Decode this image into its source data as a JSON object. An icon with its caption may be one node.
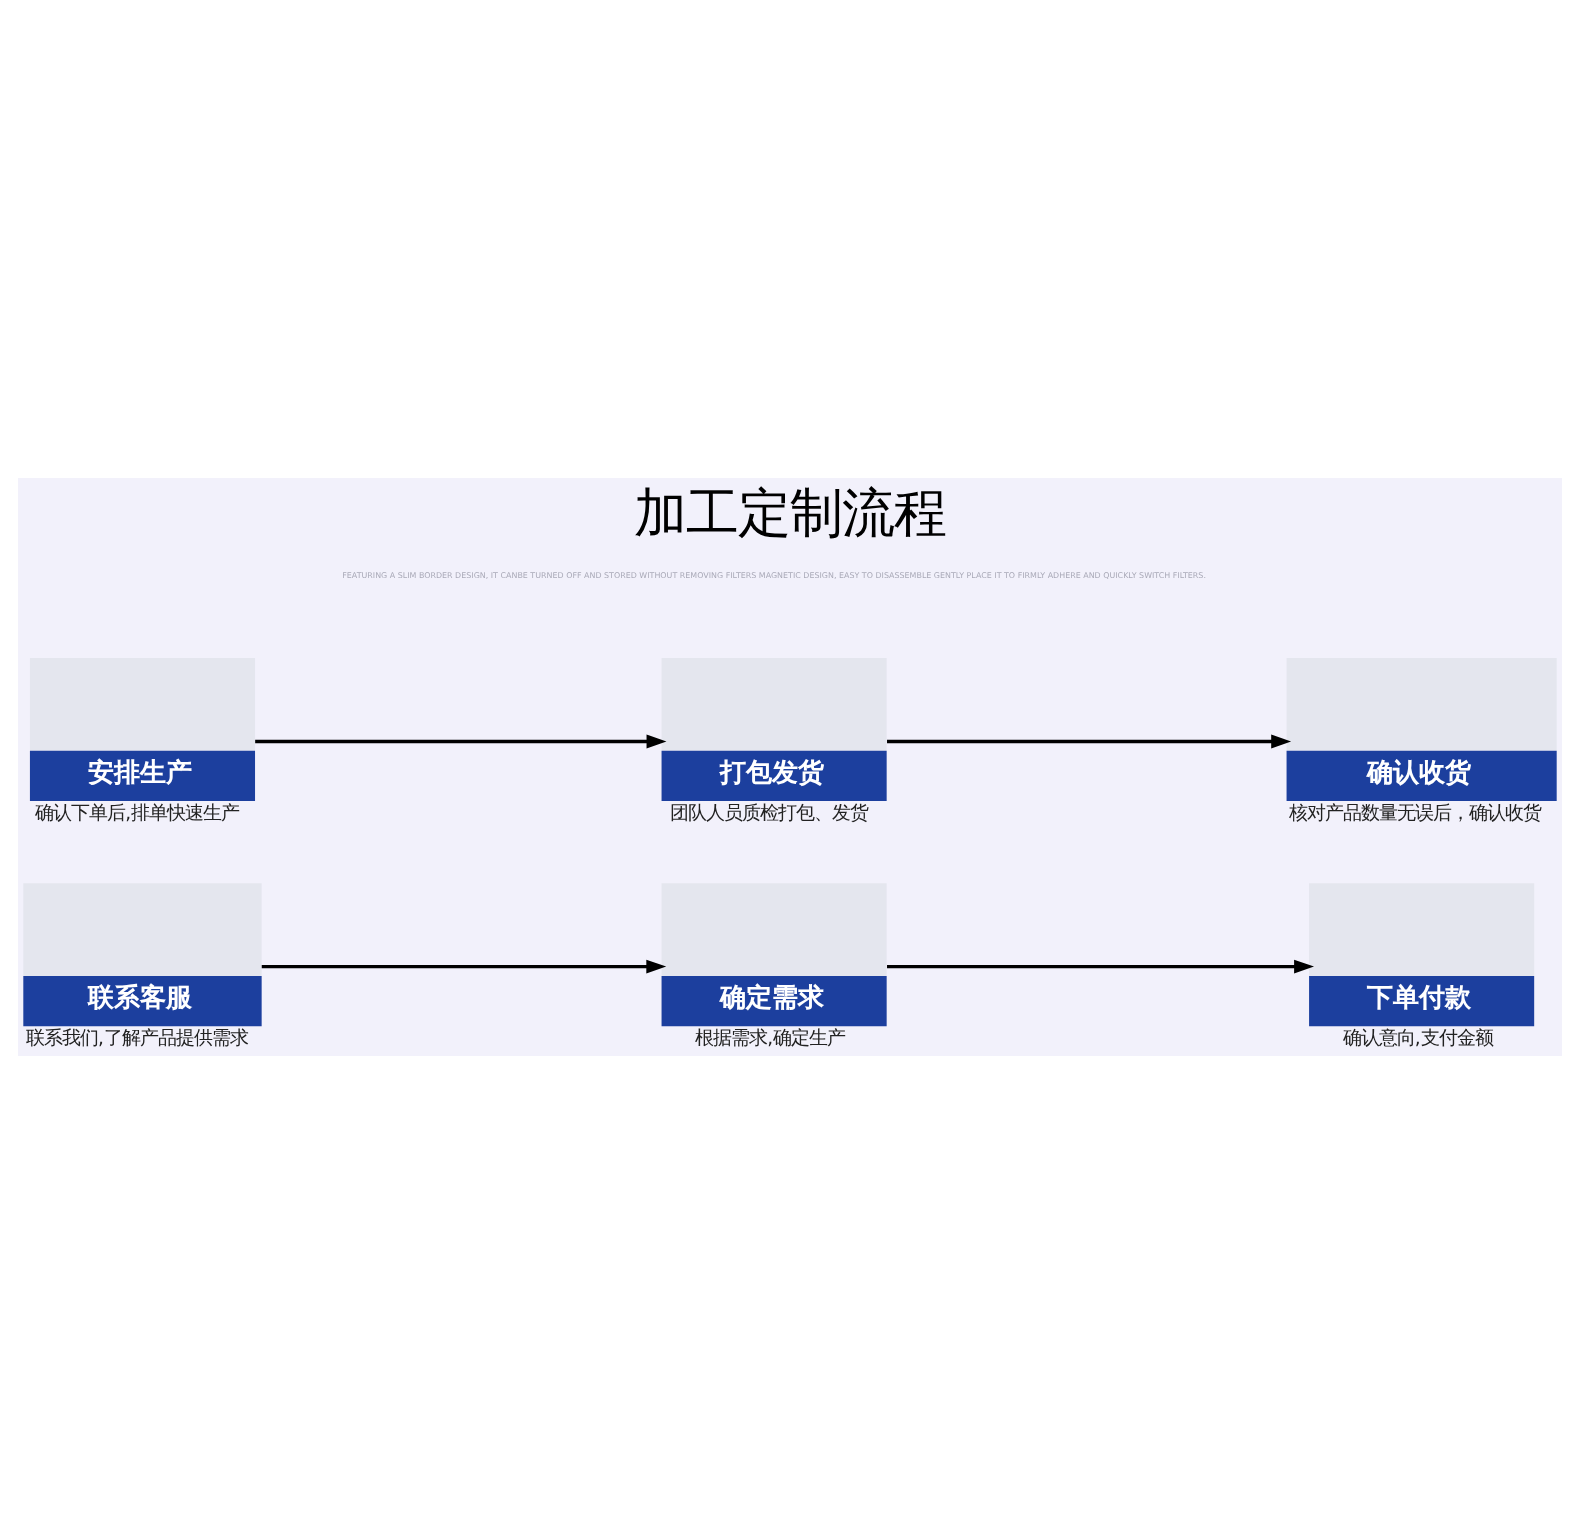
{
  "diagram": {
    "title": "加工定制流程",
    "nodes": [
      {
        "text": [
          "联系客服"
        ],
        "beside": [
          "联系我们,了解产品提供需求"
        ]
      },
      {
        "text": [
          "确定需求"
        ],
        "beside": [
          "根据需求,确定生产"
        ]
      },
      {
        "text": [
          "下单付款"
        ],
        "beside": [
          "确认意向,支付金额"
        ]
      },
      {
        "text": [
          "安排生产"
        ],
        "beside": [
          "确认下单后,排单快速生产"
        ]
      },
      {
        "text": [
          "打包发货"
        ],
        "beside": [
          "团队人员质检打包、发货"
        ]
      },
      {
        "text": [
          "确认收货"
        ],
        "beside": [
          "核对产品数量无误后，确认收货"
        ]
      }
    ],
    "edges": [
      {
        "from": 0,
        "to": 1,
        "arrow": "to"
      },
      {
        "from": 1,
        "to": 2,
        "arrow": "to"
      },
      {
        "from": 3,
        "to": 4,
        "arrow": "to"
      },
      {
        "from": 4,
        "to": 5,
        "arrow": "to"
      }
    ],
    "labels": [
      "FEATURING A SLIM BORDER DESIGN, IT CANBE TURNED OFF AND STORED WITHOUT REMOVING FILTERS MAGNETIC DESIGN, EASY TO DISASSEMBLE GENTLY PLACE IT TO FIRMLY ADHERE AND QUICKLY SWITCH FILTERS."
    ]
  }
}
